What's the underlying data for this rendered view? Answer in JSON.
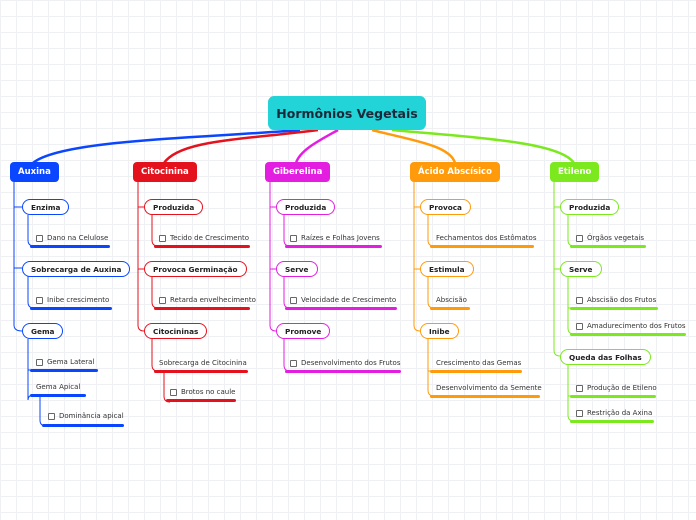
{
  "root": {
    "label": "Hormônios Vegetais"
  },
  "colors": {
    "auxina": "#0a46ff",
    "citocinina": "#e4121d",
    "giberelina": "#e31ee0",
    "acido": "#ff9a0a",
    "etileno": "#7be91e",
    "root": "#22d3d8"
  },
  "branches": {
    "auxina": {
      "label": "Auxina",
      "enzima": "Enzima",
      "dano": "Dano na Celulose",
      "sobrecarga": "Sobrecarga de Auxina",
      "inibe": "Inibe crescimento",
      "gema": "Gema",
      "gema_lateral": "Gema Lateral",
      "gema_apical": "Gema Apical",
      "dominancia": "Dominância apical"
    },
    "citocinina": {
      "label": "Citocinina",
      "produzida": "Produzida",
      "tecido": "Tecido de Crescimento",
      "provoca": "Provoca Germinação",
      "retarda": "Retarda envelhecimento",
      "citocininas": "Citocininas",
      "sobrecarga": "Sobrecarga de Citocinina",
      "brotos": "Brotos no caule"
    },
    "giberelina": {
      "label": "Giberelina",
      "produzida": "Produzida",
      "raizes": "Raízes e Folhas Jovens",
      "serve": "Serve",
      "velocidade": "Velocidade de Crescimento",
      "promove": "Promove",
      "desenvolvimento": "Desenvolvimento dos Frutos"
    },
    "acido": {
      "label": "Ácido Abscísico",
      "provoca": "Provoca",
      "fechamentos": "Fechamentos dos Estômatos",
      "estimula": "Estimula",
      "abscisao": "Abscisão",
      "inibe": "Inibe",
      "crescimento": "Crescimento das Gemas",
      "semente": "Desenvolvimento da Semente"
    },
    "etileno": {
      "label": "Etileno",
      "produzida": "Produzida",
      "orgaos": "Órgãos vegetais",
      "serve": "Serve",
      "abscisao": "Abscisão dos Frutos",
      "amadurecimento": "Amadurecimento dos Frutos",
      "queda": "Queda das Folhas",
      "producao": "Produção de Etileno",
      "restricao": "Restrição da Axina"
    }
  }
}
